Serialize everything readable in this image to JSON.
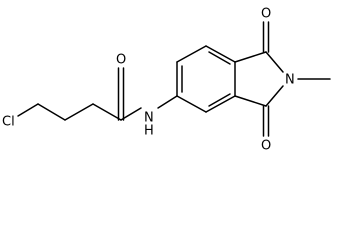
{
  "molecule": {
    "atoms": {
      "cl": "Cl",
      "amide_o": "O",
      "nh": "N",
      "nh_h": "H",
      "imide_n": "N",
      "imide_o_top": "O",
      "imide_o_bottom": "O"
    }
  }
}
